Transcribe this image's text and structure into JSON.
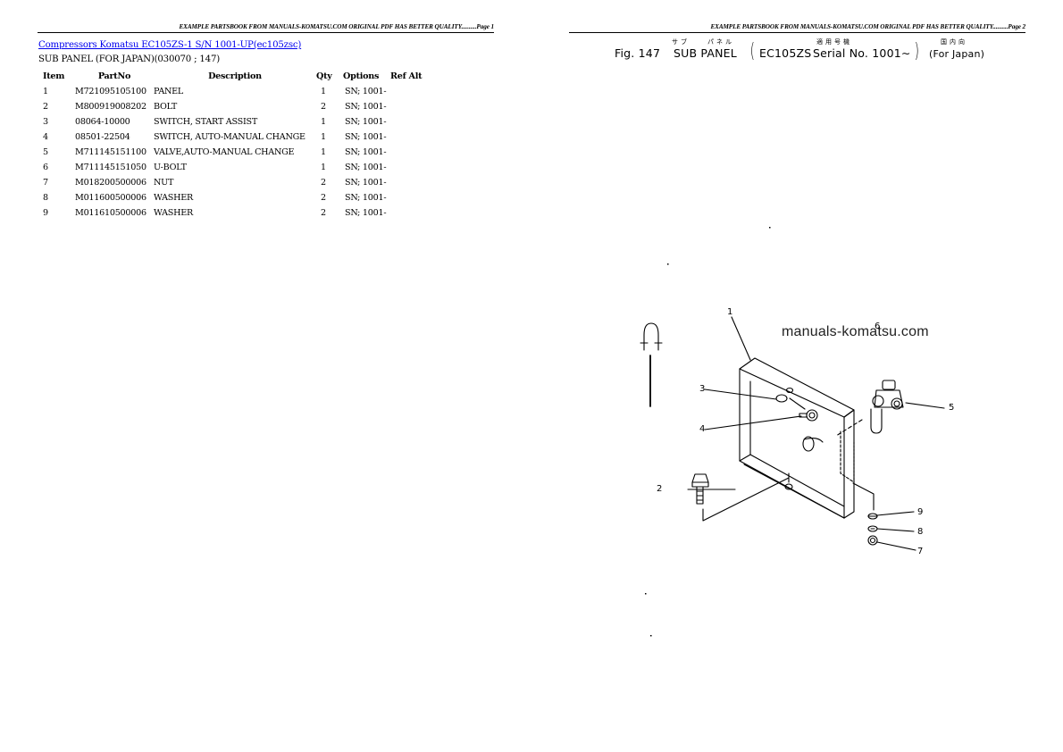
{
  "left_page": {
    "header": "EXAMPLE PARTSBOOK FROM MANUALS-KOMATSU.COM ORIGINAL PDF HAS BETTER QUALITY..........Page 1",
    "title_link": "Compressors Komatsu EC105ZS-1 S/N 1001-UP(ec105zsc)",
    "subtitle": "SUB PANEL (FOR JAPAN)(030070 ; 147)",
    "table": {
      "columns": [
        "Item",
        "PartNo",
        "Description",
        "Qty",
        "Options",
        "Ref Alt"
      ],
      "rows": [
        {
          "item": "1",
          "partno": "M721095105100",
          "description": "PANEL",
          "qty": "1",
          "options": "SN; 1001-",
          "ref_alt": ""
        },
        {
          "item": "2",
          "partno": "M800919008202",
          "description": "BOLT",
          "qty": "2",
          "options": "SN; 1001-",
          "ref_alt": ""
        },
        {
          "item": "3",
          "partno": "08064-10000",
          "description": "SWITCH, START ASSIST",
          "qty": "1",
          "options": "SN; 1001-",
          "ref_alt": ""
        },
        {
          "item": "4",
          "partno": "08501-22504",
          "description": "SWITCH, AUTO-MANUAL CHANGE",
          "qty": "1",
          "options": "SN; 1001-",
          "ref_alt": ""
        },
        {
          "item": "5",
          "partno": "M711145151100",
          "description": "VALVE,AUTO-MANUAL CHANGE",
          "qty": "1",
          "options": "SN; 1001-",
          "ref_alt": ""
        },
        {
          "item": "6",
          "partno": "M711145151050",
          "description": "U-BOLT",
          "qty": "1",
          "options": "SN; 1001-",
          "ref_alt": ""
        },
        {
          "item": "7",
          "partno": "M018200500006",
          "description": "NUT",
          "qty": "2",
          "options": "SN; 1001-",
          "ref_alt": ""
        },
        {
          "item": "8",
          "partno": "M011600500006",
          "description": "WASHER",
          "qty": "2",
          "options": "SN; 1001-",
          "ref_alt": ""
        },
        {
          "item": "9",
          "partno": "M011610500006",
          "description": "WASHER",
          "qty": "2",
          "options": "SN; 1001-",
          "ref_alt": ""
        }
      ]
    }
  },
  "right_page": {
    "header": "EXAMPLE PARTSBOOK FROM MANUALS-KOMATSU.COM ORIGINAL PDF HAS BETTER QUALITY..........Page 2",
    "figure": {
      "fig_label": "Fig. 147",
      "name": "SUB PANEL",
      "name_ruby_1": "サブ",
      "name_ruby_2": "パネル",
      "model": "EC105ZS",
      "serial": "Serial No. 1001∼",
      "serial_ruby": "適用号機",
      "region": "(For Japan)",
      "region_ruby": "国内向",
      "paren_open": "(",
      "paren_close": ")"
    },
    "watermark": "manuals-komatsu.com",
    "callouts": [
      "1",
      "2",
      "3",
      "4",
      "5",
      "6",
      "7",
      "8",
      "9"
    ]
  },
  "colors": {
    "link": "#0000ee",
    "text": "#000000",
    "background": "#ffffff"
  }
}
